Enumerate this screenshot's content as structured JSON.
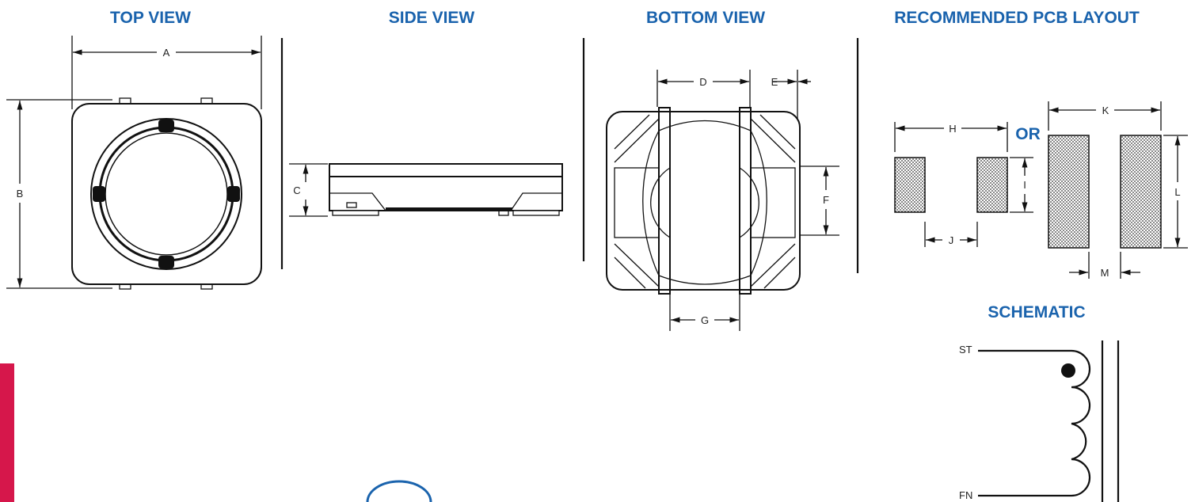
{
  "headings": {
    "top_view": "TOP VIEW",
    "side_view": "SIDE VIEW",
    "bottom_view": "BOTTOM VIEW",
    "pcb_layout": "RECOMMENDED PCB LAYOUT",
    "or": "OR",
    "schematic": "SCHEMATIC"
  },
  "dimensions": {
    "a": "A",
    "b": "B",
    "c": "C",
    "d": "D",
    "e": "E",
    "f": "F",
    "g": "G",
    "h": "H",
    "i": "I",
    "j": "J",
    "k": "K",
    "l": "L",
    "m": "M"
  },
  "schematic": {
    "start_label": "ST",
    "finish_label": "FN"
  },
  "colors": {
    "heading": "#1a63ad",
    "accent_bar": "#d6174b",
    "line": "#111111"
  }
}
